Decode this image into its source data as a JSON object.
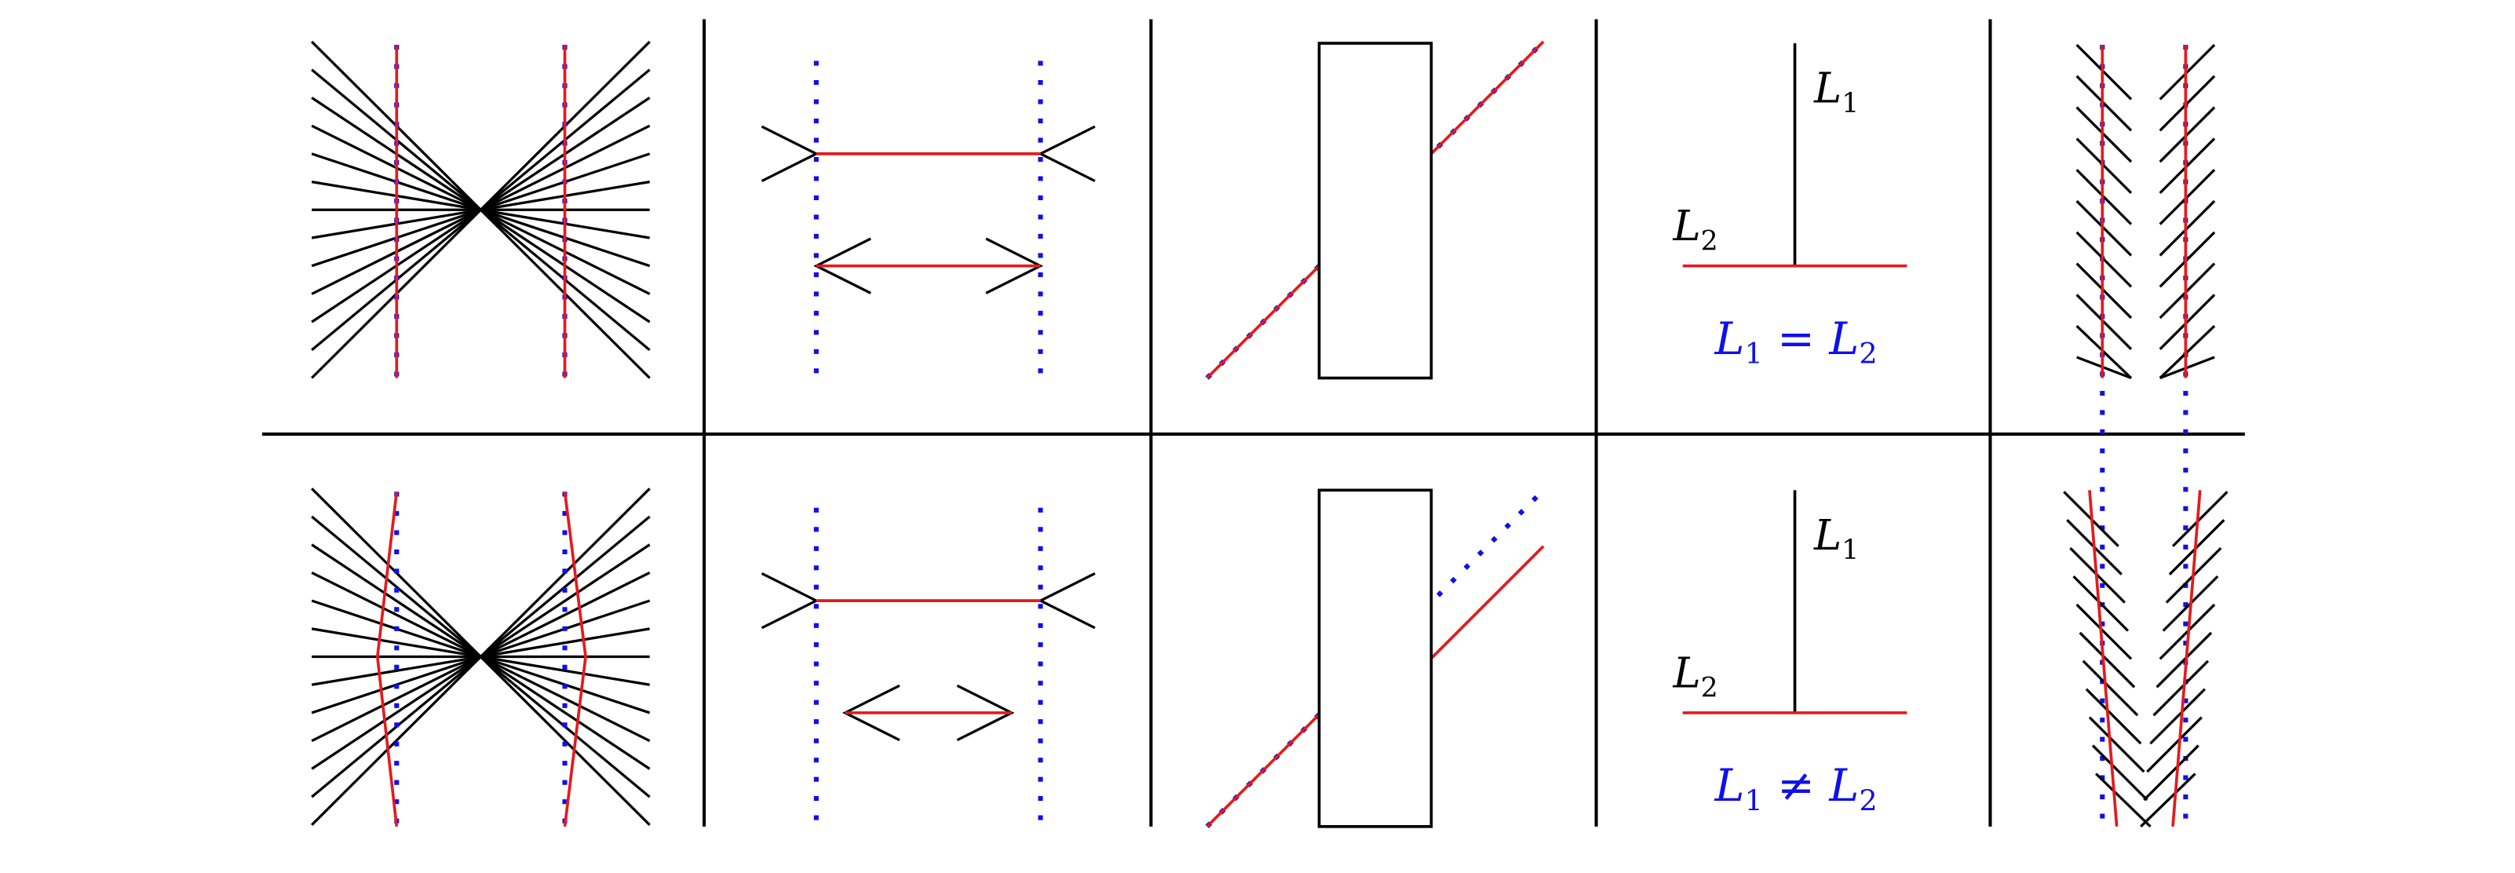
{
  "colors": {
    "ink": "#000000",
    "real": "#e41a1c",
    "reference": "#1010e8"
  },
  "panels": [
    {
      "name": "hering-illusion",
      "top": "equal",
      "bottom": "not-equal"
    },
    {
      "name": "muller-lyer-illusion",
      "top": "equal",
      "bottom": "not-equal"
    },
    {
      "name": "poggendorff-illusion",
      "top": "aligned",
      "bottom": "not-aligned"
    },
    {
      "name": "vertical-horizontal-illusion",
      "top": "equal",
      "bottom": "not-equal"
    },
    {
      "name": "zollner-illusion",
      "top": "parallel",
      "bottom": "not-parallel"
    }
  ],
  "labels": {
    "L1": {
      "base": "L",
      "sub": "1"
    },
    "L2": {
      "base": "L",
      "sub": "2"
    },
    "equal_caption": {
      "lhs_base": "L",
      "lhs_sub": "1",
      "op": "=",
      "rhs_base": "L",
      "rhs_sub": "2"
    },
    "not_equal_caption": {
      "lhs_base": "L",
      "lhs_sub": "1",
      "op": "≠",
      "rhs_base": "L",
      "rhs_sub": "2"
    }
  }
}
